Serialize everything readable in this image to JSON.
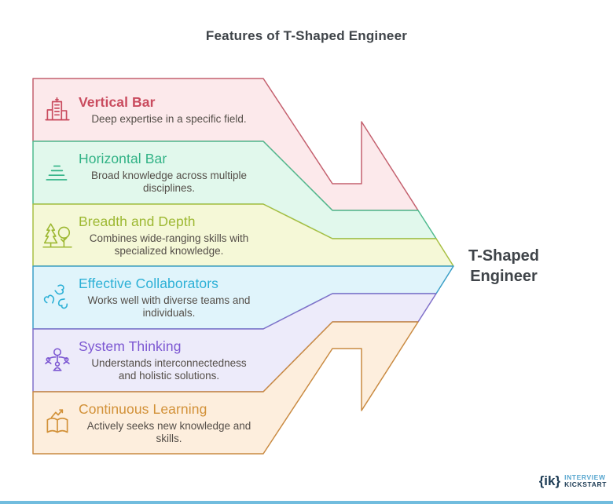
{
  "title": "Features of T-Shaped Engineer",
  "result_label": {
    "line1": "T-Shaped",
    "line2": "Engineer"
  },
  "bands": [
    {
      "heading": "Vertical Bar",
      "heading_color": "#c94b5e",
      "heading_weight": "700",
      "description": "Deep expertise in a specific field.",
      "icon": "buildings-icon",
      "fill": "#fce9eb",
      "border": "#c4606e"
    },
    {
      "heading": "Horizontal Bar",
      "heading_color": "#30b285",
      "heading_weight": "400",
      "description": "Broad knowledge across multiple\ndisciplines.",
      "icon": "horizontal-lines-icon",
      "fill": "#e1f8ec",
      "border": "#4fba8e"
    },
    {
      "heading": "Breadth and Depth",
      "heading_color": "#9db832",
      "heading_weight": "400",
      "description": "Combines wide-ranging skills with\nspecialized knowledge.",
      "icon": "trees-icon",
      "fill": "#f5f8d7",
      "border": "#a8bf43"
    },
    {
      "heading": "Effective Collaborators",
      "heading_color": "#2cb0d6",
      "heading_weight": "400",
      "description": "Works well with diverse teams and\nindividuals.",
      "icon": "collaboration-hands-icon",
      "fill": "#e0f4fb",
      "border": "#3b9fc7"
    },
    {
      "heading": "System Thinking",
      "heading_color": "#7c57d2",
      "heading_weight": "400",
      "description": "Understands interconnectedness\nand holistic solutions.",
      "icon": "org-hierarchy-icon",
      "fill": "#edebfa",
      "border": "#8070c9"
    },
    {
      "heading": "Continuous Learning",
      "heading_color": "#d29138",
      "heading_weight": "400",
      "description": "Actively seeks new knowledge and\nskills.",
      "icon": "open-book-arrow-icon",
      "fill": "#fdeedd",
      "border": "#c98a41"
    }
  ],
  "footer": {
    "logo_braces": "{ik}",
    "logo_line1": "INTERVIEW",
    "logo_line2": "KICKSTART",
    "brand_navy": "#1d3c55",
    "brand_blue": "#57a6cf",
    "bottom_bar_color": "#58b0d8"
  }
}
